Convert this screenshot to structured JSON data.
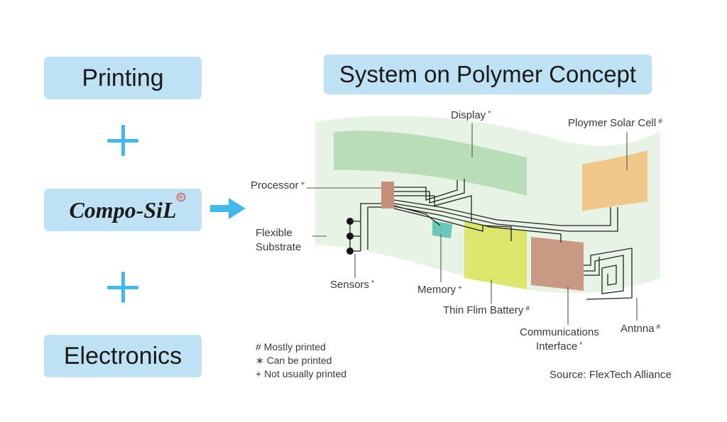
{
  "left_column": {
    "printing": "Printing",
    "brand": "Compo-SiL",
    "brand_mark": "®",
    "electronics": "Electronics"
  },
  "title": "System on Polymer Concept",
  "labels": {
    "display": "Display",
    "display_mark": "*",
    "solar": "Ploymer Solar Cell",
    "solar_mark": "#",
    "processor": "Processor",
    "processor_mark": "+",
    "flexible": "Flexible",
    "substrate": "Substrate",
    "sensors": "Sensors",
    "sensors_mark": "*",
    "memory": "Memory",
    "memory_mark": "+",
    "battery": "Thin Flim Battery",
    "battery_mark": "#",
    "comms_line1": "Communications",
    "comms_line2": "Interface",
    "comms_mark": "*",
    "antenna": "Antnna",
    "antenna_mark": "#"
  },
  "legend": {
    "mostly_printed": "# Mostly printed",
    "can_be_printed": "∗ Can be printed",
    "not_usually_printed": "+ Not usually printed"
  },
  "source": "Source: FlexTech Alliance",
  "colors": {
    "box_fill": "#bfe1f4",
    "plus_color": "#45b8ea",
    "substrate": "#e7f3e4",
    "display": "#b9ddb6",
    "solar": "#efc88a",
    "processor": "#c4907a",
    "memory": "#6cc7b8",
    "battery": "#dce56c",
    "comms": "#c89a84"
  }
}
